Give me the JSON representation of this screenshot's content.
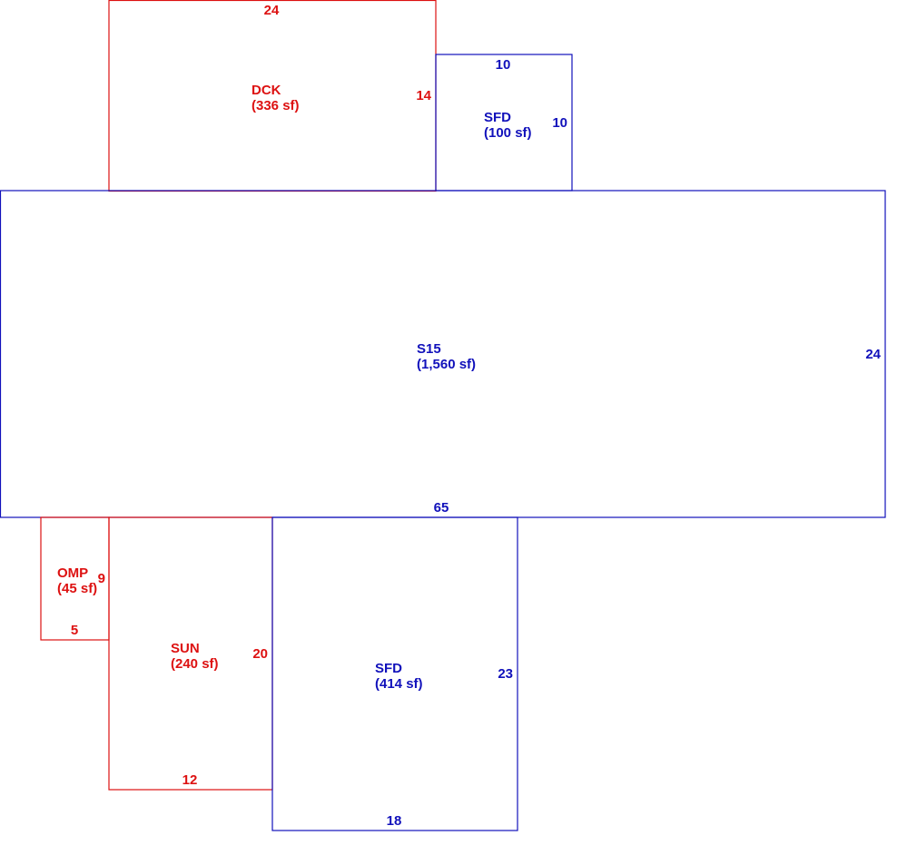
{
  "colors": {
    "red": "#dd1111",
    "blue": "#1111bb"
  },
  "areas": {
    "dck": {
      "code": "DCK",
      "area": "(336 sf)",
      "dim_top": "24",
      "dim_side": "14"
    },
    "sfd_top": {
      "code": "SFD",
      "area": "(100 sf)",
      "dim_top": "10",
      "dim_side": "10"
    },
    "s15": {
      "code": "S15",
      "area": "(1,560 sf)",
      "dim_side": "24",
      "dim_bottom": "65"
    },
    "omp": {
      "code": "OMP",
      "area": "(45 sf)",
      "dim_side": "9",
      "dim_bottom": "5"
    },
    "sun": {
      "code": "SUN",
      "area": "(240 sf)",
      "dim_side": "20",
      "dim_bottom": "12"
    },
    "sfd_bottom": {
      "code": "SFD",
      "area": "(414 sf)",
      "dim_side": "23",
      "dim_bottom": "18"
    }
  }
}
